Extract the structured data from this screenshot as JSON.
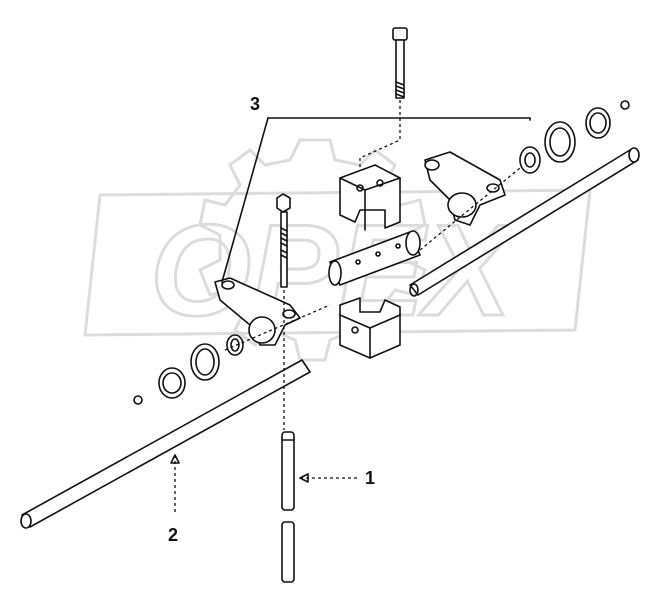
{
  "callouts": {
    "label_1": "1",
    "label_2": "2",
    "label_3": "3"
  },
  "watermark": {
    "text": "OPEX"
  }
}
